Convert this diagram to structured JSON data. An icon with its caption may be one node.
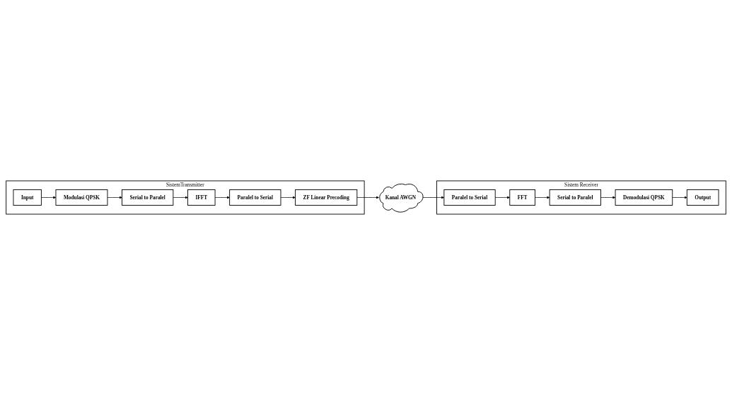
{
  "diagram": {
    "nodes": [
      {
        "text": [
          "SistemTransmitter"
        ]
      },
      {
        "text": [
          "Input"
        ],
        "in": 0
      },
      {
        "text": [
          "Modulasi QPSK"
        ],
        "in": 0
      },
      {
        "text": [
          "Serial to Paralel"
        ],
        "in": 0
      },
      {
        "text": [
          "IFFT"
        ],
        "in": 0
      },
      {
        "text": [
          "Paralel to Serial"
        ],
        "in": 0
      },
      {
        "text": [
          "ZF Linear Precoding"
        ],
        "in": 0
      },
      {
        "text": [
          "Kanal AWGN"
        ]
      },
      {
        "text": [
          "Sistem Receiver"
        ]
      },
      {
        "text": [
          "Output"
        ],
        "in": 8
      },
      {
        "text": [
          "Demodulasi QPSK"
        ],
        "in": 8
      },
      {
        "text": [
          "Serial to Paralel"
        ],
        "in": 8
      },
      {
        "text": [
          "FFT"
        ],
        "in": 8
      },
      {
        "text": [
          "Paralel to Serial"
        ],
        "in": 8
      }
    ],
    "edges": [
      {
        "from": 1,
        "to": 2,
        "arrow": "to"
      },
      {
        "from": 2,
        "to": 3,
        "arrow": "to"
      },
      {
        "from": 3,
        "to": 4,
        "arrow": "to"
      },
      {
        "from": 4,
        "to": 5,
        "arrow": "to"
      },
      {
        "from": 5,
        "to": 6,
        "arrow": "to"
      },
      {
        "from": 6,
        "to": 7,
        "arrow": "to"
      },
      {
        "from": 7,
        "to": 13,
        "arrow": "to"
      },
      {
        "from": 13,
        "to": 12,
        "arrow": "to"
      },
      {
        "from": 12,
        "to": 11,
        "arrow": "to"
      },
      {
        "from": 11,
        "to": 10,
        "arrow": "to"
      },
      {
        "from": 10,
        "to": 9,
        "arrow": "to"
      }
    ]
  }
}
